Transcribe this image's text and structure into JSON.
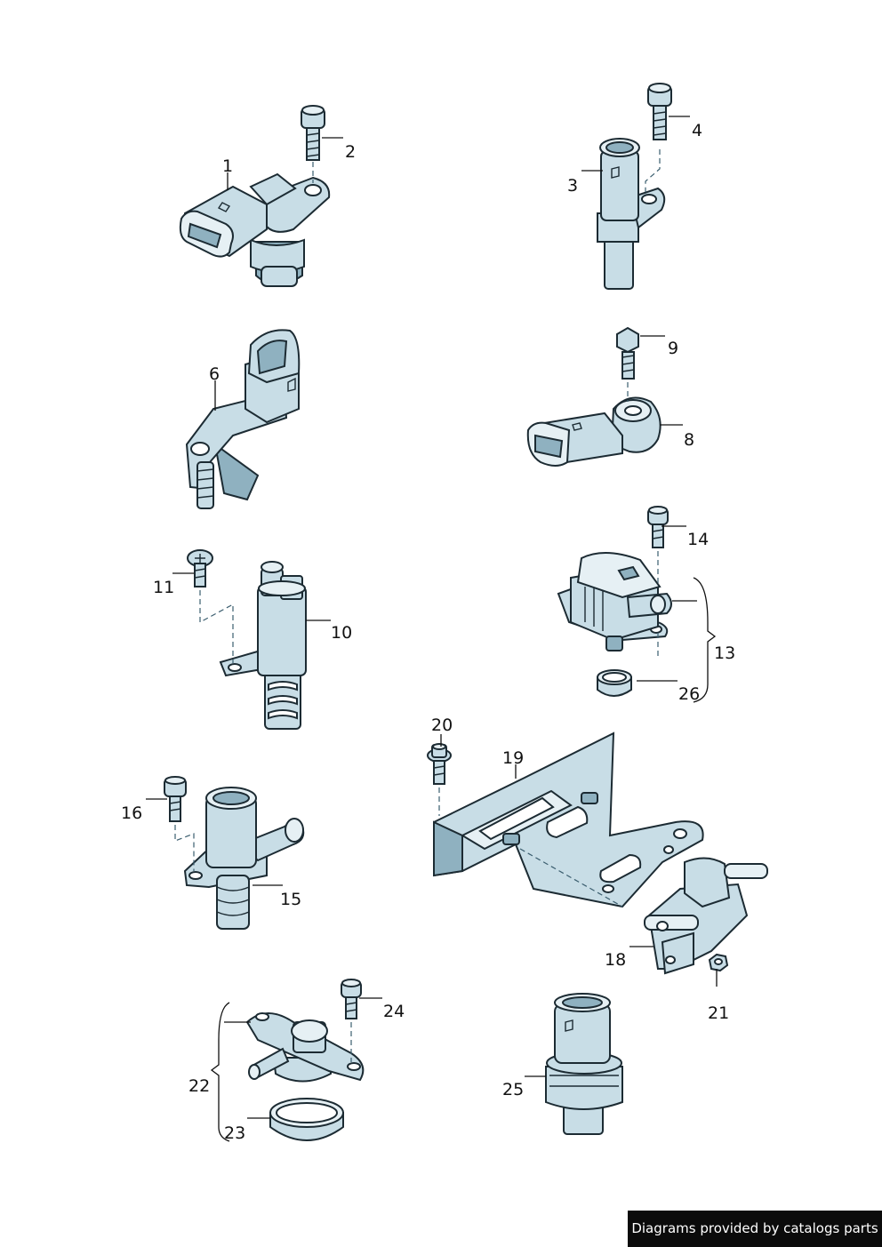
{
  "callouts": [
    "1",
    "2",
    "3",
    "4",
    "6",
    "8",
    "9",
    "10",
    "11",
    "13",
    "14",
    "15",
    "16",
    "18",
    "19",
    "20",
    "21",
    "22",
    "23",
    "24",
    "25",
    "26"
  ],
  "footer": {
    "credit": "Diagrams provided by catalogs parts"
  },
  "colors": {
    "part_fill": "#c8dde6",
    "part_shade": "#8fb1c0",
    "outline": "#1c2b33",
    "badge_bg": "#0b0b0b"
  }
}
